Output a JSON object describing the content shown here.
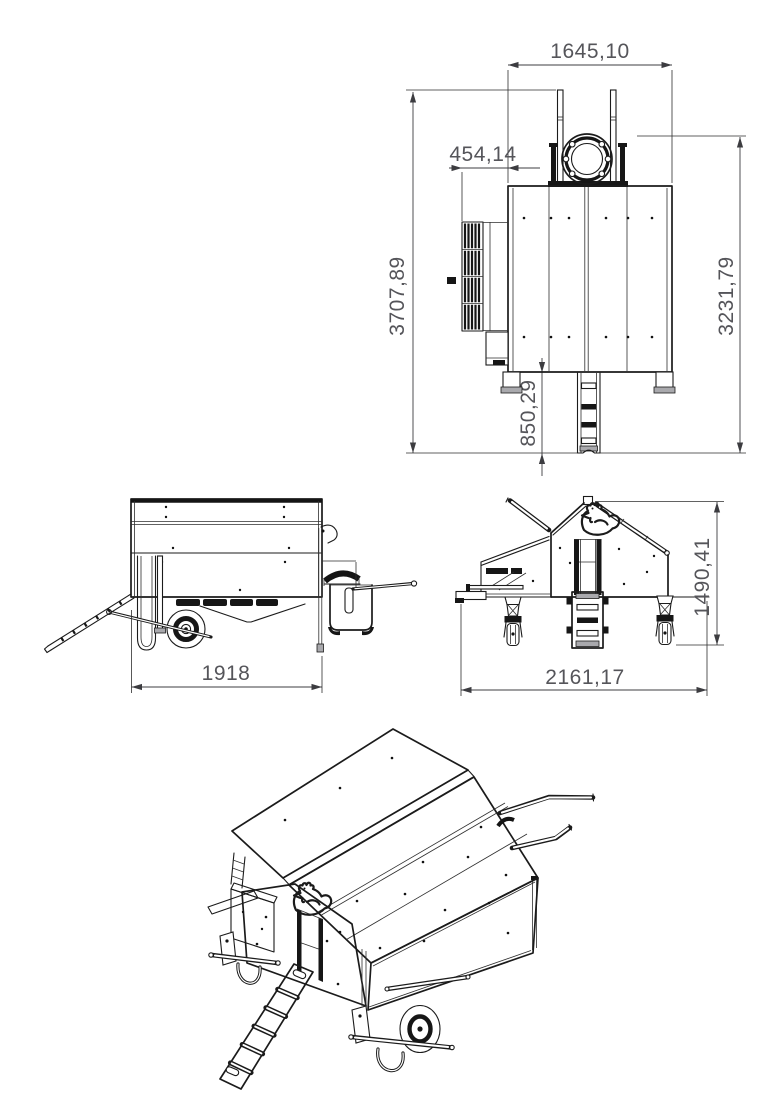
{
  "drawing": {
    "views": {
      "top_view": {
        "dimensions": {
          "handle_width": "1645,10",
          "ramp_offset": "454,14",
          "overall_length": "3707,89",
          "body_with_drawbar_length": "3231,79",
          "ladder_extension": "850,29"
        }
      },
      "side_view": {
        "dimensions": {
          "body_length": "1918"
        }
      },
      "front_view": {
        "dimensions": {
          "overall_width": "2161,17",
          "overall_height": "1490,41"
        }
      }
    },
    "style": {
      "line_color": "#1b1b1b",
      "dimension_text_color": "#55555a",
      "background": "#ffffff"
    }
  }
}
